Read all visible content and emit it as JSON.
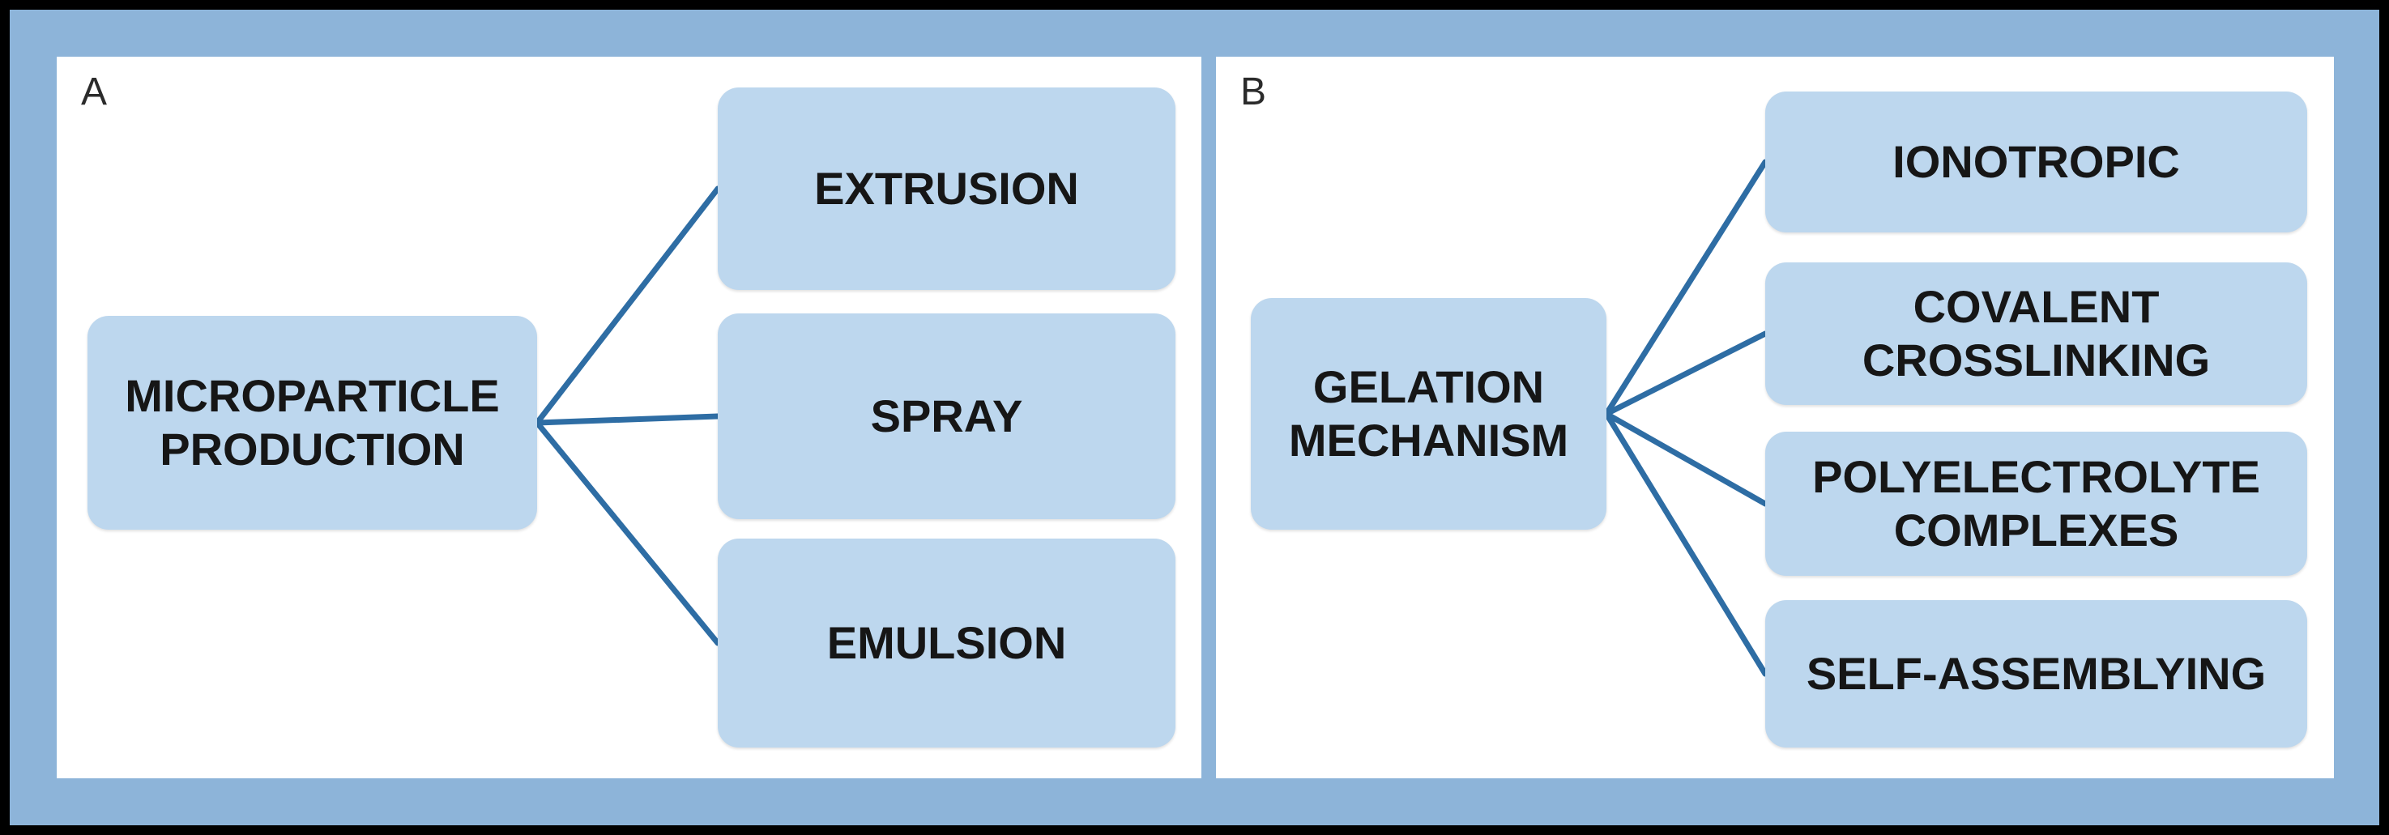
{
  "colors": {
    "frame": "#8db4d9",
    "panel_bg": "#ffffff",
    "box_fill": "#bdd7ee",
    "line": "#2e6da4",
    "text": "#161616",
    "border": "#000000"
  },
  "panels": [
    {
      "label": "A",
      "root": {
        "label": "MICROPARTICLE PRODUCTION"
      },
      "branches": [
        {
          "label": "EXTRUSION"
        },
        {
          "label": "SPRAY"
        },
        {
          "label": "EMULSION"
        }
      ]
    },
    {
      "label": "B",
      "root": {
        "label": "GELATION MECHANISM"
      },
      "branches": [
        {
          "label": "IONOTROPIC"
        },
        {
          "label": "COVALENT CROSSLINKING"
        },
        {
          "label": "POLYELECTROLYTE COMPLEXES"
        },
        {
          "label": "SELF-ASSEMBLYING"
        }
      ]
    }
  ]
}
